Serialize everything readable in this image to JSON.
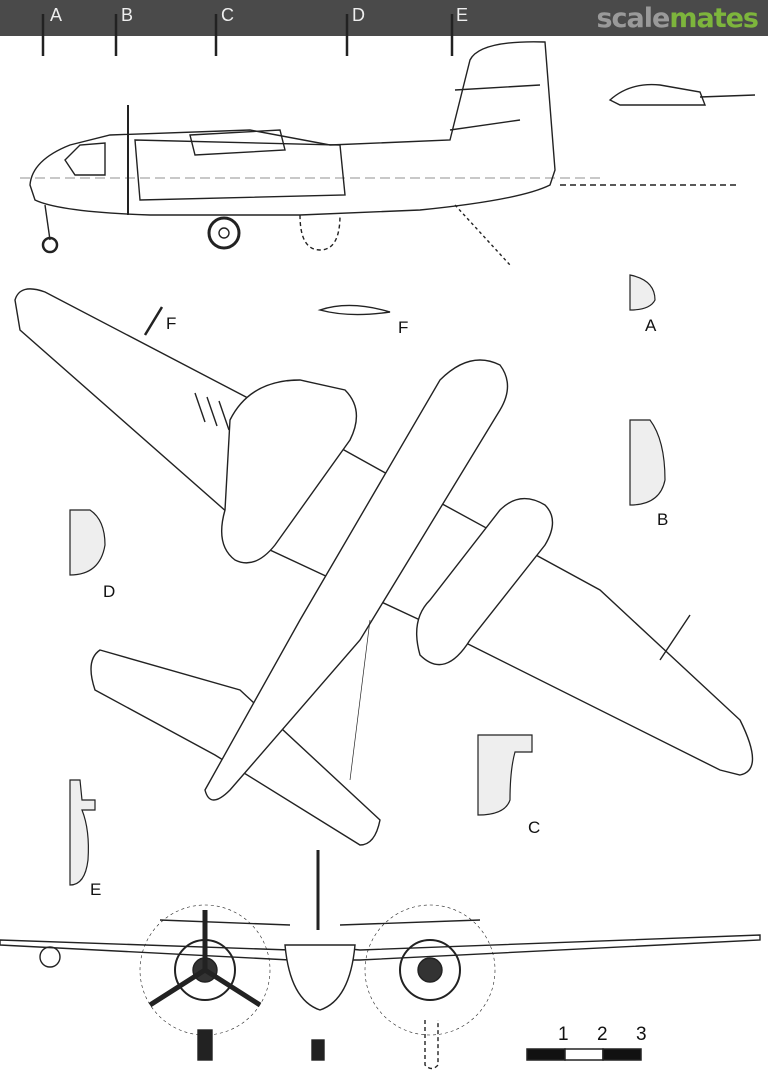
{
  "logo": {
    "part1": "scale",
    "part2": "mates",
    "colors": {
      "part1": "#9a9a9a",
      "part2": "#7db53c"
    }
  },
  "topbar_color": "#4a4a4a",
  "station_markers": [
    "A",
    "B",
    "C",
    "D",
    "E"
  ],
  "sections": {
    "A": "A",
    "B": "B",
    "C": "C",
    "D": "D",
    "E": "E",
    "F": "F",
    "F_marker": "F"
  },
  "scale_bar": {
    "labels": [
      "1",
      "2",
      "3"
    ]
  }
}
